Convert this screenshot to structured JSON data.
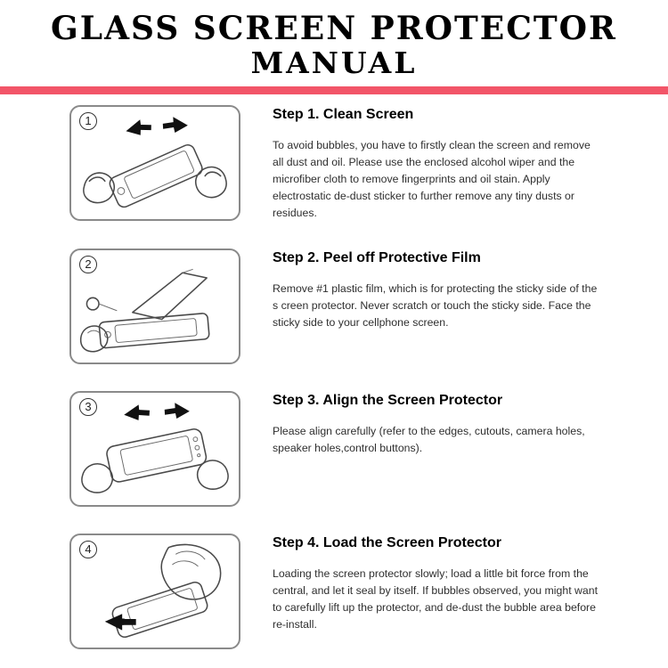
{
  "title": {
    "line1": "GLASS SCREEN PROTECTOR",
    "line2": "MANUAL"
  },
  "colors": {
    "divider": "#f25568",
    "heading_text": "#000000",
    "body_text": "#2e2e2e",
    "line_art": "#4a4a4a"
  },
  "steps": [
    {
      "number": "1",
      "heading": "Step 1. Clean Screen",
      "body": "To avoid bubbles, you have to firstly clean the screen and remove all dust and oil. Please use the enclosed alcohol wiper and the microfiber cloth to remove fingerprints and oil stain. Apply electrostatic de-dust sticker to further remove any tiny dusts or residues.",
      "illustration": "hands-wiping-phone-with-arrows"
    },
    {
      "number": "2",
      "heading": "Step 2. Peel off Protective Film",
      "body": "Remove #1 plastic film, which is for protecting the sticky side of the s creen protector. Never scratch or touch the sticky side. Face the sticky side to your cellphone screen.",
      "illustration": "hand-peeling-film-off-protector"
    },
    {
      "number": "3",
      "heading": "Step 3. Align the Screen Protector",
      "body": "Please align carefully (refer to the edges, cutouts, camera holes, speaker holes,control buttons).",
      "illustration": "hands-aligning-protector-with-arrows"
    },
    {
      "number": "4",
      "heading": "Step 4. Load the Screen Protector",
      "body": "Loading the screen protector slowly; load a little bit force from the central, and let it seal by itself. If bubbles observed, you might want to carefully lift up the protector, and de-dust the bubble area before re-install.",
      "illustration": "hand-pressing-protector-with-arrow"
    }
  ]
}
